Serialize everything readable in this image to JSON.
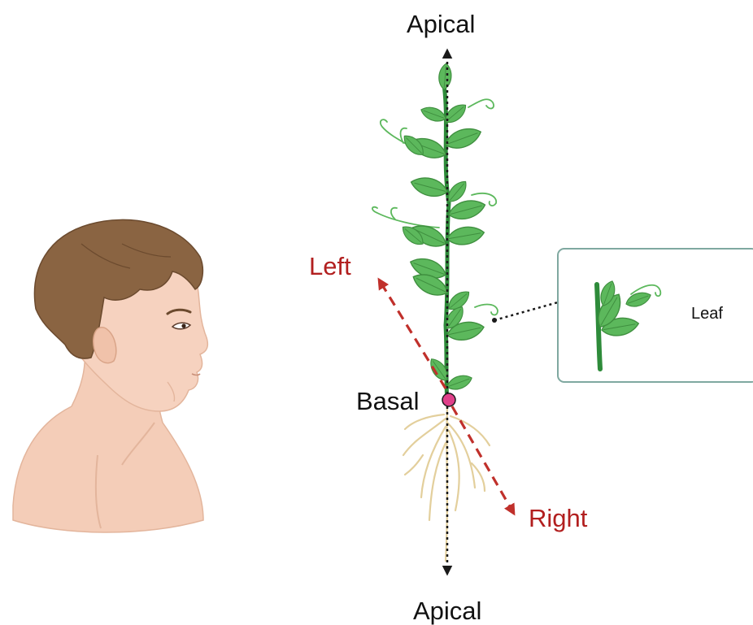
{
  "labels": {
    "apical_top": "Apical",
    "apical_bottom": "Apical",
    "basal": "Basal",
    "left": "Left",
    "right": "Right",
    "leaf": "Leaf"
  },
  "colors": {
    "axis_line": "#1a1a1a",
    "lateral_arrow": "#c0302b",
    "label_red": "#b21f1f",
    "leaf_green": "#5cb85c",
    "leaf_dark": "#3f8f3f",
    "stem_green": "#2e8b3a",
    "basal_point": "#e0408a",
    "roots": "#e3cf9c",
    "skin": "#f4cdb8",
    "hair": "#8a6442",
    "callout_border": "#7fa8a0"
  },
  "icons": {
    "person": "human-head-profile-icon",
    "plant": "pea-plant-icon",
    "leaf_detail": "leaf-detail-icon"
  }
}
